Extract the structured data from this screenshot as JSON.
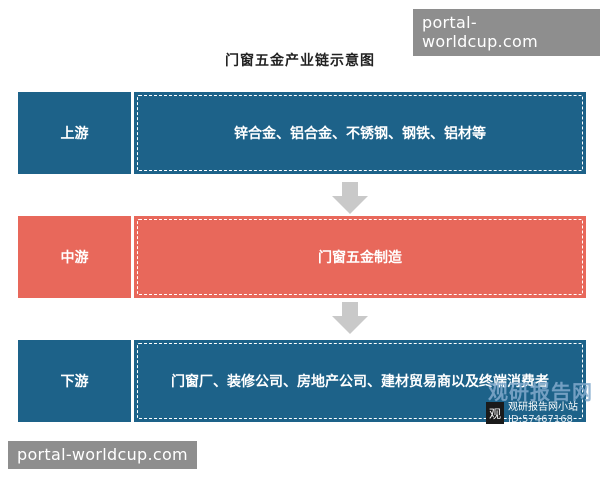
{
  "title": "门窗五金产业链示意图",
  "stages": [
    {
      "label": "上游",
      "content": "锌合金、铝合金、不锈钢、钢铁、铝材等",
      "color": "#1d6289"
    },
    {
      "label": "中游",
      "content": "门窗五金制造",
      "color": "#e8685b"
    },
    {
      "label": "下游",
      "content": "门窗厂、装修公司、房地产公司、建材贸易商以及终端消费者",
      "color": "#1d6289"
    }
  ],
  "arrow_color": "#c9c9c9",
  "watermarks": [
    "portal-worldcup.com",
    "portal-worldcup.com"
  ],
  "logo": {
    "name": "观研报告网",
    "sub": "观研报告网小站",
    "id": "ID:57467168",
    "mark": "观"
  }
}
